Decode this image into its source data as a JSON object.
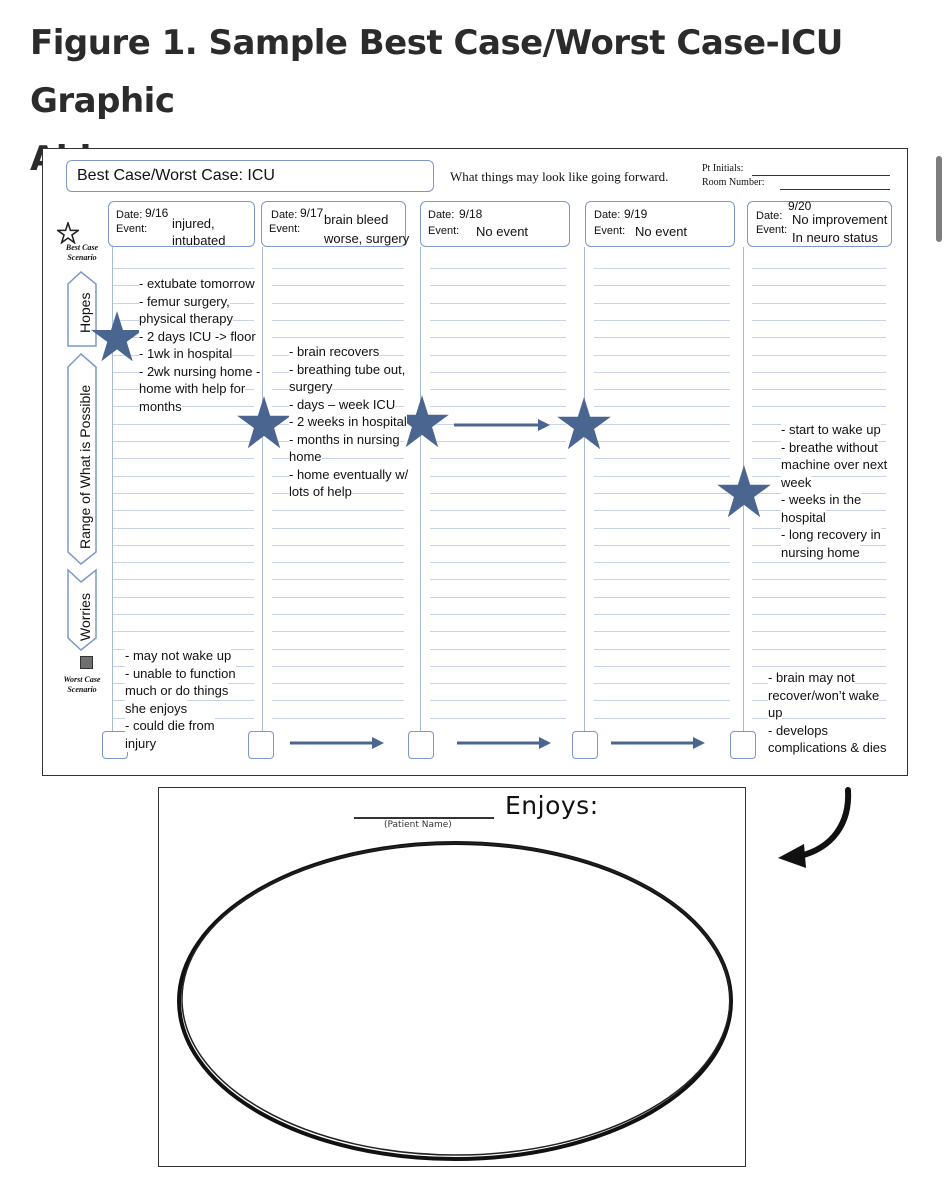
{
  "figure": {
    "title_line1": "Figure 1.  Sample Best Case/Worst Case-ICU Graphic",
    "title_line2": "Aid"
  },
  "worksheet": {
    "title": "Best Case/Worst Case: ICU",
    "forward_text": "What things may look like going forward.",
    "pt_initials_label": "Pt Initials:",
    "room_number_label": "Room Number:",
    "date_label": "Date:",
    "event_label": "Event:",
    "columns": [
      {
        "date": "9/16",
        "event": [
          "injured,",
          "intubated"
        ]
      },
      {
        "date": "9/17",
        "event": [
          "brain bleed",
          "worse, surgery"
        ]
      },
      {
        "date": "9/18",
        "event": [
          "No event"
        ]
      },
      {
        "date": "9/19",
        "event": [
          "No event"
        ]
      },
      {
        "date": "9/20",
        "event": [
          "No improvement",
          "In neuro status"
        ]
      }
    ],
    "side_labels": {
      "hopes": "Hopes",
      "range": "Range of What is Possible",
      "worries": "Worries",
      "best_case": [
        "Best Case",
        "Scenario"
      ],
      "worst_case": [
        "Worst Case",
        "Scenario"
      ]
    },
    "notes": {
      "col1_best": [
        "- extubate tomorrow",
        "- femur surgery,",
        "physical therapy",
        "- 2 days ICU -> floor",
        "- 1wk in hospital",
        "- 2wk nursing home -",
        "home with help for",
        "months"
      ],
      "col1_worst": [
        "- may not wake up",
        "- unable to function",
        "much or do things",
        "she enjoys",
        "- could die from",
        "injury"
      ],
      "col2_range": [
        "- brain recovers",
        "- breathing tube out,",
        "surgery",
        "- days – week ICU",
        "- 2 weeks in hospital",
        "- months in nursing",
        "home",
        "- home eventually w/",
        "lots of help"
      ],
      "col5_range": [
        "- start to wake up",
        "- breathe without",
        "machine over next",
        "week",
        "- weeks in the",
        "hospital",
        "- long recovery in",
        "nursing home"
      ],
      "col5_worst": [
        "- brain may not",
        "recover/won’t wake",
        "up",
        "- develops",
        "complications & dies"
      ]
    },
    "colors": {
      "star": "#4a6590",
      "box_border": "#7e97c8",
      "rule": "#c9d3e6"
    }
  },
  "enjoys": {
    "title": "Enjoys:",
    "patient_name_label": "(Patient Name)"
  }
}
